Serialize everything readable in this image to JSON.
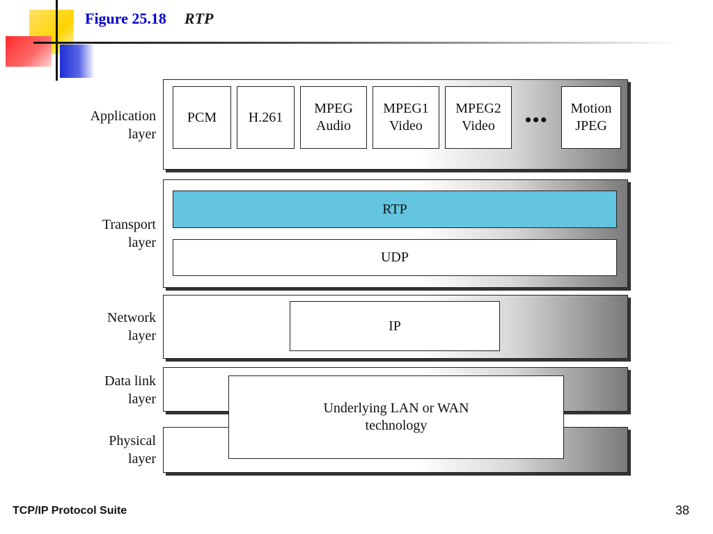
{
  "header": {
    "figure": "Figure 25.18",
    "title": "RTP"
  },
  "layers": [
    {
      "line1": "Application",
      "line2": "layer"
    },
    {
      "line1": "Transport",
      "line2": "layer"
    },
    {
      "line1": "Network",
      "line2": "layer"
    },
    {
      "line1": "Data link",
      "line2": "layer"
    },
    {
      "line1": "Physical",
      "line2": "layer"
    }
  ],
  "application_boxes": [
    {
      "line1": "PCM",
      "line2": ""
    },
    {
      "line1": "H.261",
      "line2": ""
    },
    {
      "line1": "MPEG",
      "line2": "Audio"
    },
    {
      "line1": "MPEG1",
      "line2": "Video"
    },
    {
      "line1": "MPEG2",
      "line2": "Video"
    },
    {
      "line1": "Motion",
      "line2": "JPEG"
    }
  ],
  "ellipsis": "•••",
  "transport_boxes": {
    "rtp": "RTP",
    "udp": "UDP"
  },
  "network_box": "IP",
  "underlying_box": {
    "line1": "Underlying LAN or WAN",
    "line2": "technology"
  },
  "colors": {
    "rtp_fill": "#63c5e0",
    "title_blue": "#0000cc"
  },
  "footer": {
    "left": "TCP/IP Protocol Suite",
    "page": "38"
  }
}
